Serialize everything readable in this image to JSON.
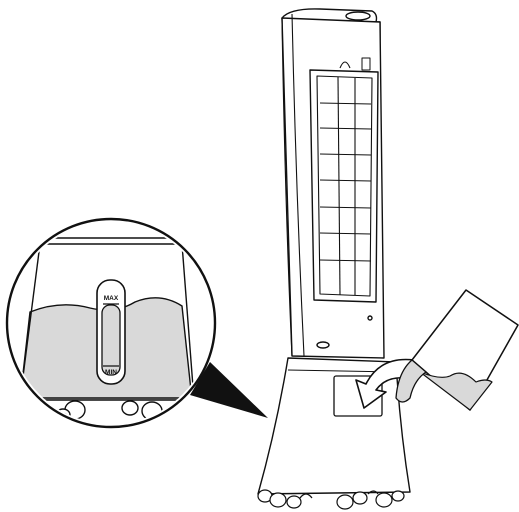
{
  "gauge": {
    "max_label": "MAX",
    "min_label": "MIN",
    "water_level_fraction": 0.55
  },
  "colors": {
    "line": "#111111",
    "water": "#d9d9d9",
    "background": "#ffffff",
    "callout": "#111111"
  },
  "icons": {
    "arrow": "curved-arrow-icon",
    "pouring": "water-pouring-icon"
  }
}
